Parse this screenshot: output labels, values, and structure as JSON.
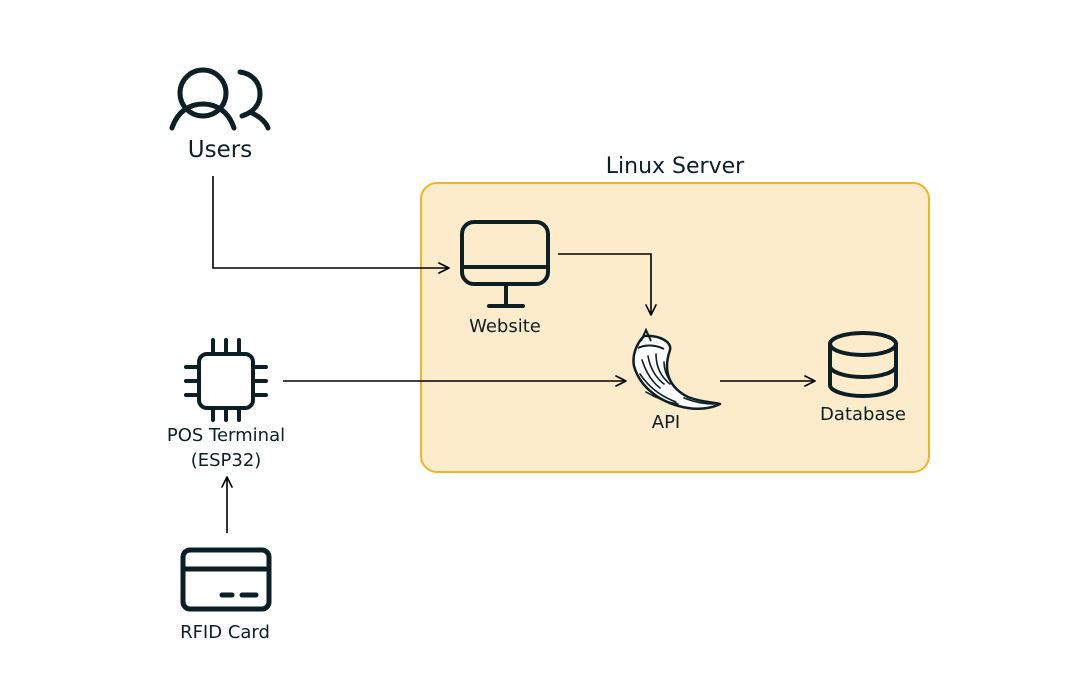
{
  "diagram": {
    "group": {
      "title": "Linux Server",
      "fill": "#fdeccb",
      "stroke": "#f1b423"
    },
    "nodes": {
      "users": {
        "label": "Users",
        "icon": "users-icon"
      },
      "website": {
        "label": "Website",
        "icon": "monitor-icon"
      },
      "api": {
        "label": "API",
        "icon": "flask-horn-icon"
      },
      "database": {
        "label": "Database",
        "icon": "database-icon"
      },
      "pos_terminal": {
        "label_line1": "POS Terminal",
        "label_line2": "(ESP32)",
        "icon": "chip-icon"
      },
      "rfid_card": {
        "label": "RFID Card",
        "icon": "card-icon"
      }
    },
    "edges": [
      {
        "from": "Users",
        "to": "Website"
      },
      {
        "from": "Website",
        "to": "API"
      },
      {
        "from": "POS Terminal",
        "to": "API"
      },
      {
        "from": "API",
        "to": "Database"
      },
      {
        "from": "RFID Card",
        "to": "POS Terminal"
      }
    ],
    "colors": {
      "ink": "#0b1f25",
      "line": "#000000"
    }
  }
}
